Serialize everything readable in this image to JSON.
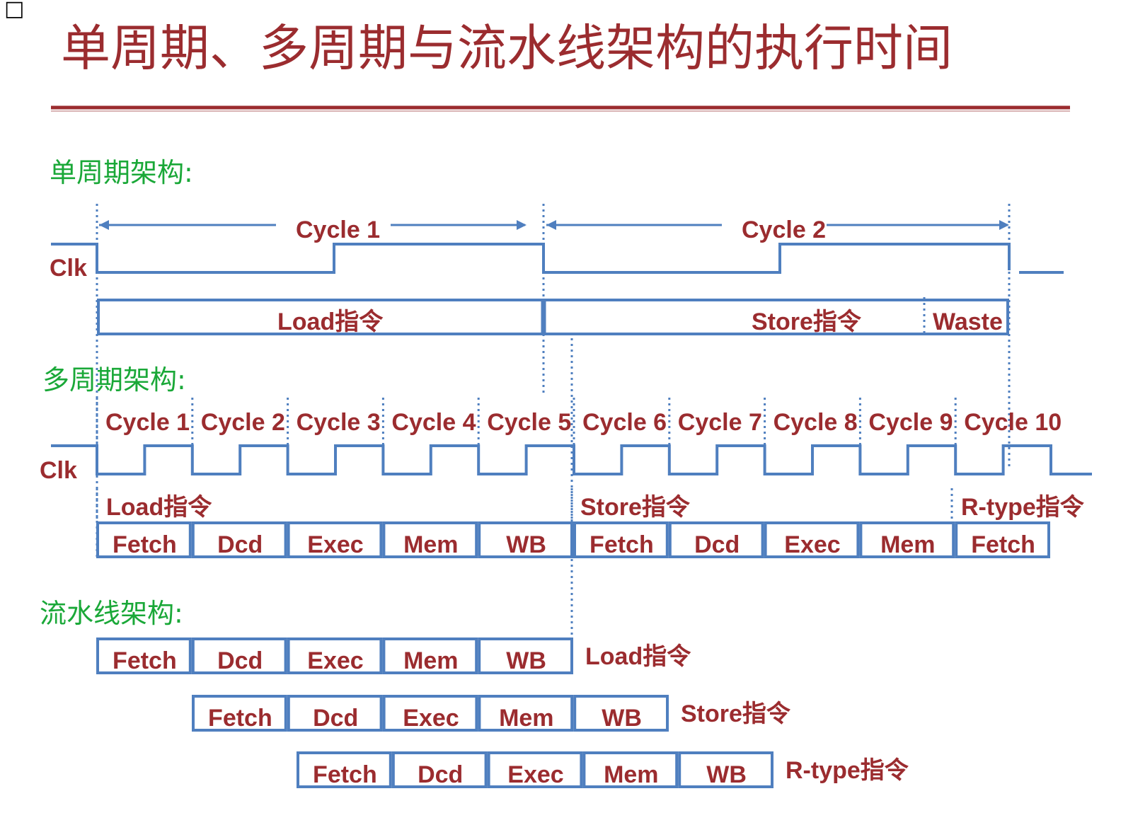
{
  "title": "单周期、多周期与流水线架构的执行时间",
  "corner_mark": "□",
  "colors": {
    "title": "#9b2c2f",
    "section": "#1aa838",
    "line": "#4f7fbf",
    "rule": "#9b2c2f"
  },
  "single_cycle": {
    "heading": "单周期架构:",
    "clk_label": "Clk",
    "cycles": [
      "Cycle 1",
      "Cycle 2"
    ],
    "instructions": [
      "Load指令",
      "Store指令"
    ],
    "waste_label": "Waste"
  },
  "multi_cycle": {
    "heading": "多周期架构:",
    "clk_label": "Clk",
    "cycles": [
      "Cycle 1",
      "Cycle 2",
      "Cycle 3",
      "Cycle 4",
      "Cycle 5",
      "Cycle 6",
      "Cycle 7",
      "Cycle 8",
      "Cycle 9",
      "Cycle 10"
    ],
    "instructions": [
      "Load指令",
      "Store指令",
      "R-type指令"
    ],
    "stages": [
      "Fetch",
      "Dcd",
      "Exec",
      "Mem",
      "WB",
      "Fetch",
      "Dcd",
      "Exec",
      "Mem",
      "Fetch"
    ]
  },
  "pipeline": {
    "heading": "流水线架构:",
    "rows": [
      {
        "instruction": "Load指令",
        "stages": [
          "Fetch",
          "Dcd",
          "Exec",
          "Mem",
          "WB"
        ]
      },
      {
        "instruction": "Store指令",
        "stages": [
          "Fetch",
          "Dcd",
          "Exec",
          "Mem",
          "WB"
        ]
      },
      {
        "instruction": "R-type指令",
        "stages": [
          "Fetch",
          "Dcd",
          "Exec",
          "Mem",
          "WB"
        ]
      }
    ]
  }
}
